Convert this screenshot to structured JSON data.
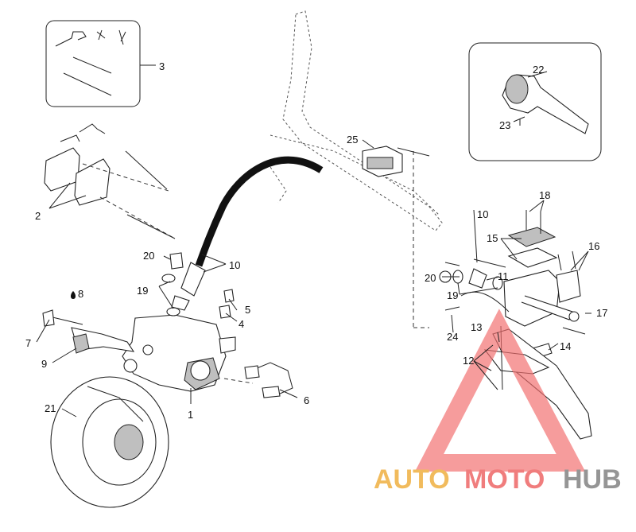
{
  "callouts": [
    "1",
    "2",
    "3",
    "4",
    "5",
    "6",
    "7",
    "8",
    "9",
    "10",
    "10",
    "10",
    "11",
    "12",
    "13",
    "14",
    "15",
    "16",
    "17",
    "18",
    "19",
    "19",
    "20",
    "20",
    "21",
    "22",
    "23",
    "24",
    "25"
  ],
  "watermark": {
    "part1": "AUTO",
    "part2": "MOTO",
    "part3": "HUB"
  },
  "colors": {
    "wm_orange": "#f0b44c",
    "wm_red": "#ef6f6f",
    "wm_grey": "#8a8a8a",
    "triangle": "#f26d6d"
  }
}
